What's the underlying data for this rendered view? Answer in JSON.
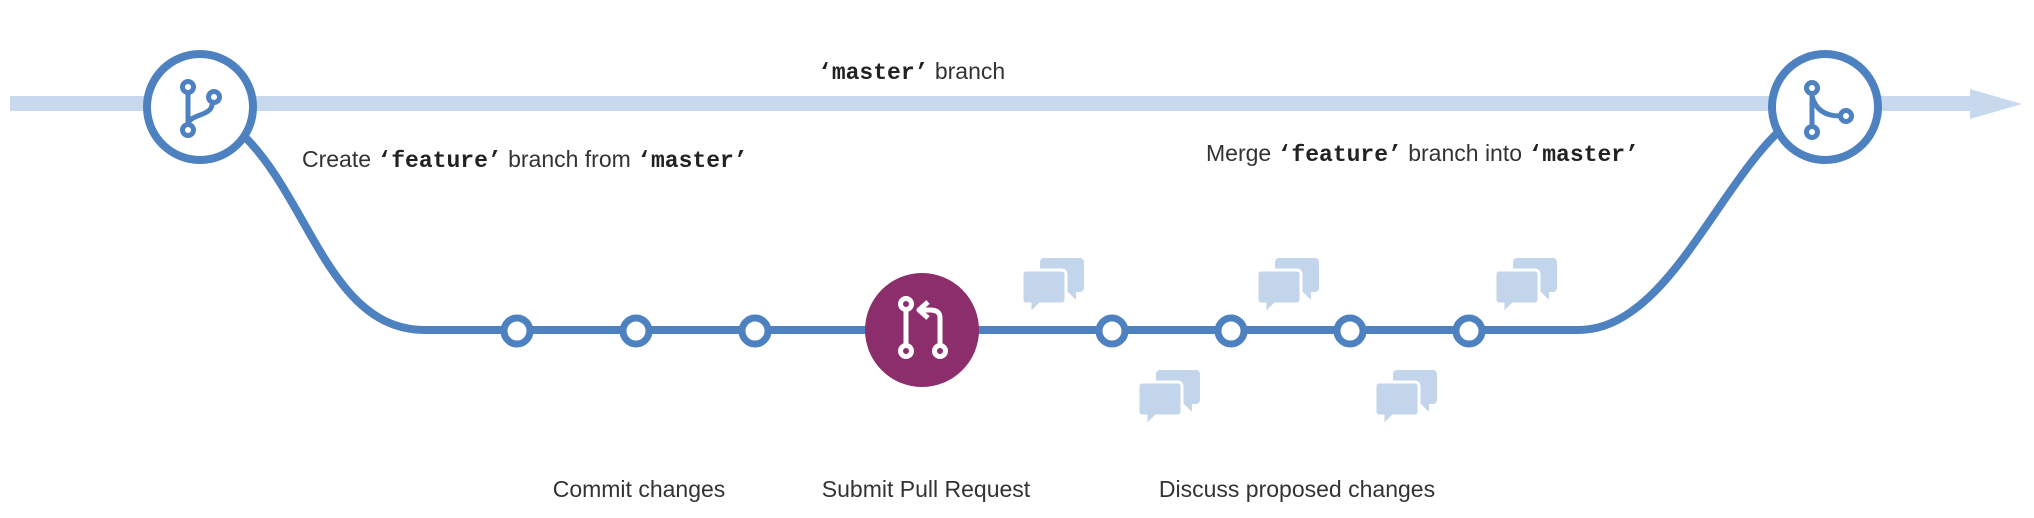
{
  "colors": {
    "master_line": "#c8d9ed",
    "feature_line": "#4e81c0",
    "pull_request": "#8c2e6b",
    "comment_bubble": "#c3d5ea",
    "text": "#333333"
  },
  "master_label": {
    "quote_open": "‘",
    "name": "master",
    "quote_close": "’",
    "suffix": " branch"
  },
  "create_label": {
    "prefix": "Create ",
    "quote_open": "‘",
    "feature": "feature",
    "quote_close": "’",
    "middle": " branch from ",
    "quote_open2": "‘",
    "master": "master",
    "quote_close2": "’"
  },
  "merge_label": {
    "prefix": "Merge ",
    "quote_open": "‘",
    "feature": "feature",
    "quote_close": "’",
    "middle": " branch into ",
    "quote_open2": "‘",
    "master": "master",
    "quote_close2": "’"
  },
  "captions": {
    "commit": "Commit changes",
    "pull_request": "Submit Pull Request",
    "discuss": "Discuss proposed changes"
  },
  "icons": {
    "branch_start": "git-branch-icon",
    "branch_merge": "git-merge-icon",
    "pull_request": "git-pull-request-icon",
    "comment": "comment-discussion-icon"
  }
}
